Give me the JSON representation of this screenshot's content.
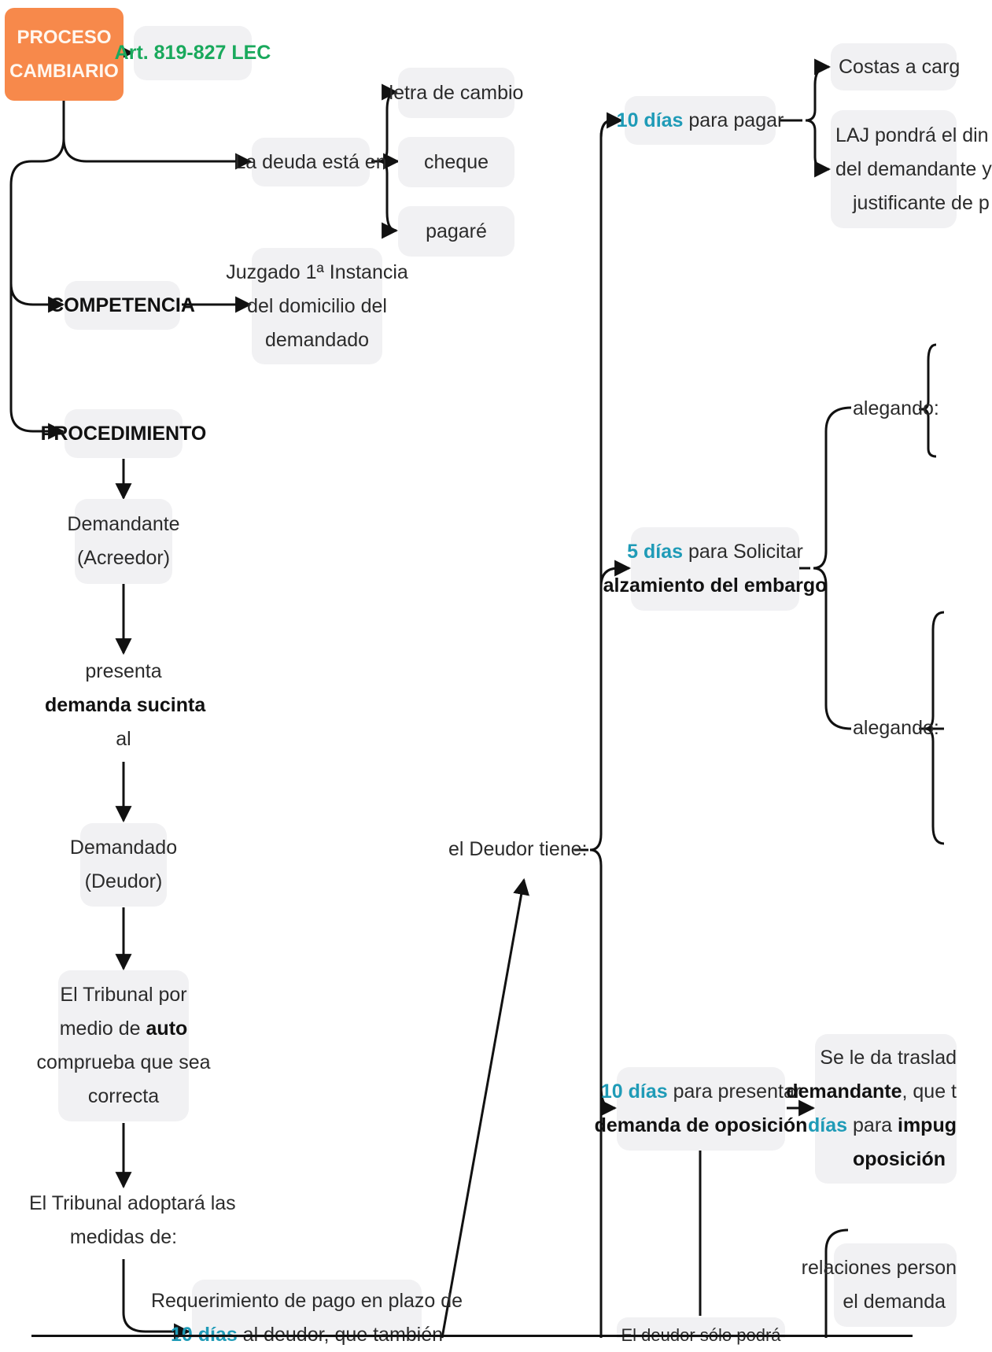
{
  "title": {
    "line1": "PROCESO",
    "line2": "CAMBIARIO",
    "article": "Art. 819-827 LEC"
  },
  "deuda": {
    "label": "La deuda está en",
    "items": [
      "letra de cambio",
      "cheque",
      "pagaré"
    ]
  },
  "competencia": {
    "label": "COMPETENCIA",
    "value": [
      "Juzgado 1ª Instancia",
      "del domicilio del",
      "demandado"
    ]
  },
  "procedimiento": {
    "label": "PROCEDIMIENTO",
    "demandante": [
      "Demandante",
      "(Acreedor)"
    ],
    "presenta": [
      "presenta",
      "demanda sucinta",
      "al"
    ],
    "demandado": [
      "Demandado",
      "(Deudor)"
    ],
    "tribunal": {
      "l1": "El Tribunal por",
      "l2a": "medio de ",
      "l2b": "auto",
      "l3": "comprueba que sea",
      "l4": "correcta"
    },
    "medidas": [
      "El Tribunal adoptará las",
      "medidas de:"
    ],
    "requerimiento": {
      "l1": "Requerimiento de pago en plazo de",
      "l2a": "10 días",
      "l2b": " al deudor, que también"
    }
  },
  "deudor": {
    "label": "el Deudor tiene:",
    "pagar": {
      "days": "10 días",
      "rest": " para pagar"
    },
    "costas": "Costas a carg",
    "laj": [
      "LAJ pondrá el din",
      "del demandante y",
      "justificante de p"
    ],
    "alzamiento": {
      "days": "5 días",
      "rest": " para Solicitar",
      "bold": "alzamiento del embargo"
    },
    "alegando_1": "alegando:",
    "alegando_2": "alegando:",
    "oposicion": {
      "days": "10 días",
      "rest": " para presentar",
      "bold": "demanda de oposición"
    },
    "traslado": {
      "l1": "Se le da traslad",
      "l2a": "demandante",
      "l2b": ", que t",
      "l3a": "días",
      "l3b": " para ",
      "l3c": "impug",
      "l4": "oposición"
    },
    "relaciones": [
      "relaciones person",
      "el demanda"
    ],
    "solo_podra": "El deudor sólo podrá"
  },
  "colors": {
    "orange": "#f7894b",
    "green": "#19a95c",
    "cyan": "#1f9bb7",
    "box": "#f1f1f3"
  }
}
